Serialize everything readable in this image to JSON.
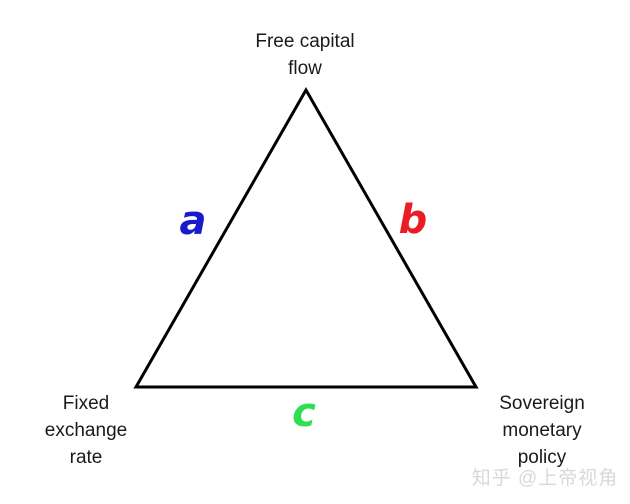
{
  "colors": {
    "background": "#ffffff",
    "triangle_line": "#000000",
    "label_text": "#1a1a1a",
    "edge_a": "#1a1acd",
    "edge_b": "#ec1c24",
    "edge_c": "#2fde51",
    "watermark": "#d8d8d8"
  },
  "triangle": {
    "vertices": [
      {
        "position": "top",
        "label": "Free capital\nflow"
      },
      {
        "position": "bottom-left",
        "label": "Fixed\nexchange\nrate"
      },
      {
        "position": "bottom-right",
        "label": "Sovereign\nmonetary\npolicy"
      }
    ],
    "edges": [
      {
        "side": "left",
        "label": "a",
        "color": "#1a1acd"
      },
      {
        "side": "right",
        "label": "b",
        "color": "#ec1c24"
      },
      {
        "side": "bottom",
        "label": "c",
        "color": "#2fde51"
      }
    ]
  },
  "watermark": {
    "text": "知乎 @上帝视角"
  }
}
